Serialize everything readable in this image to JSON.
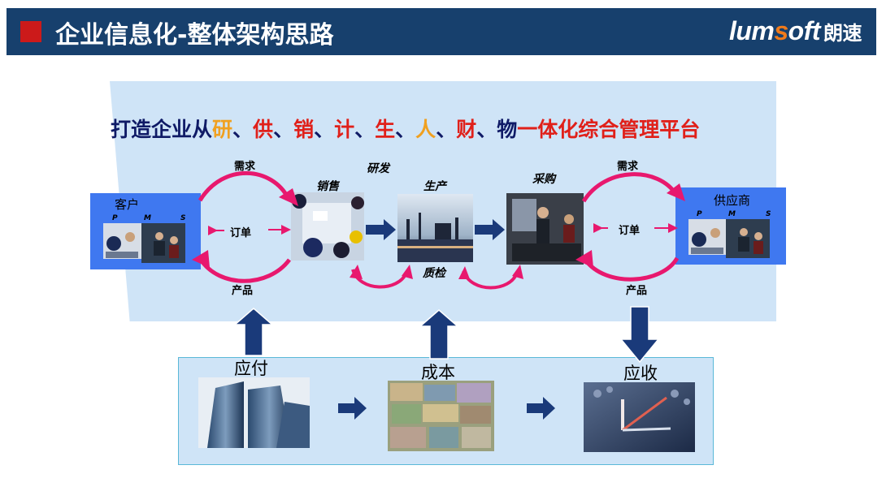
{
  "header": {
    "title": "企业信息化-整体架构思路",
    "logo_en": "lumsoft",
    "logo_cn": "朗速"
  },
  "headline": {
    "segments": [
      {
        "text": "打造企业从",
        "color": "#0f1a66"
      },
      {
        "text": "研",
        "color": "#f0a020"
      },
      {
        "text": "、",
        "color": "#0f1a66"
      },
      {
        "text": "供",
        "color": "#e0201a"
      },
      {
        "text": "、",
        "color": "#0f1a66"
      },
      {
        "text": "销",
        "color": "#e0201a"
      },
      {
        "text": "、",
        "color": "#0f1a66"
      },
      {
        "text": "计",
        "color": "#e0201a"
      },
      {
        "text": "、",
        "color": "#0f1a66"
      },
      {
        "text": "生",
        "color": "#e0201a"
      },
      {
        "text": "、",
        "color": "#0f1a66"
      },
      {
        "text": "人",
        "color": "#f0a020"
      },
      {
        "text": "、",
        "color": "#0f1a66"
      },
      {
        "text": "财",
        "color": "#e0201a"
      },
      {
        "text": "、",
        "color": "#0f1a66"
      },
      {
        "text": "物",
        "color": "#0f1a66"
      },
      {
        "text": "一体化综合管理平台",
        "color": "#e0201a"
      }
    ]
  },
  "nodes": {
    "customer": "客户",
    "supplier": "供应商",
    "sales": "销售",
    "rnd": "研发",
    "production": "生产",
    "purchase": "采购",
    "qc": "质检"
  },
  "flows": {
    "demand_left": "需求",
    "order_left": "订单",
    "product_left": "产品",
    "demand_right": "需求",
    "order_right": "订单",
    "product_right": "产品"
  },
  "pms": {
    "p": "P",
    "m": "M",
    "s": "S"
  },
  "finance": {
    "payable": "应付",
    "cost": "成本",
    "receivable": "应收"
  },
  "colors": {
    "header_bg": "#17406d",
    "accent_red": "#cc1a1a",
    "logo_orange": "#f07a1a",
    "flow_magenta": "#e8186e",
    "arrow_navy": "#1a3a7a",
    "panel_blue": "#3f78f0",
    "light_blue": "#cfe4f7"
  }
}
